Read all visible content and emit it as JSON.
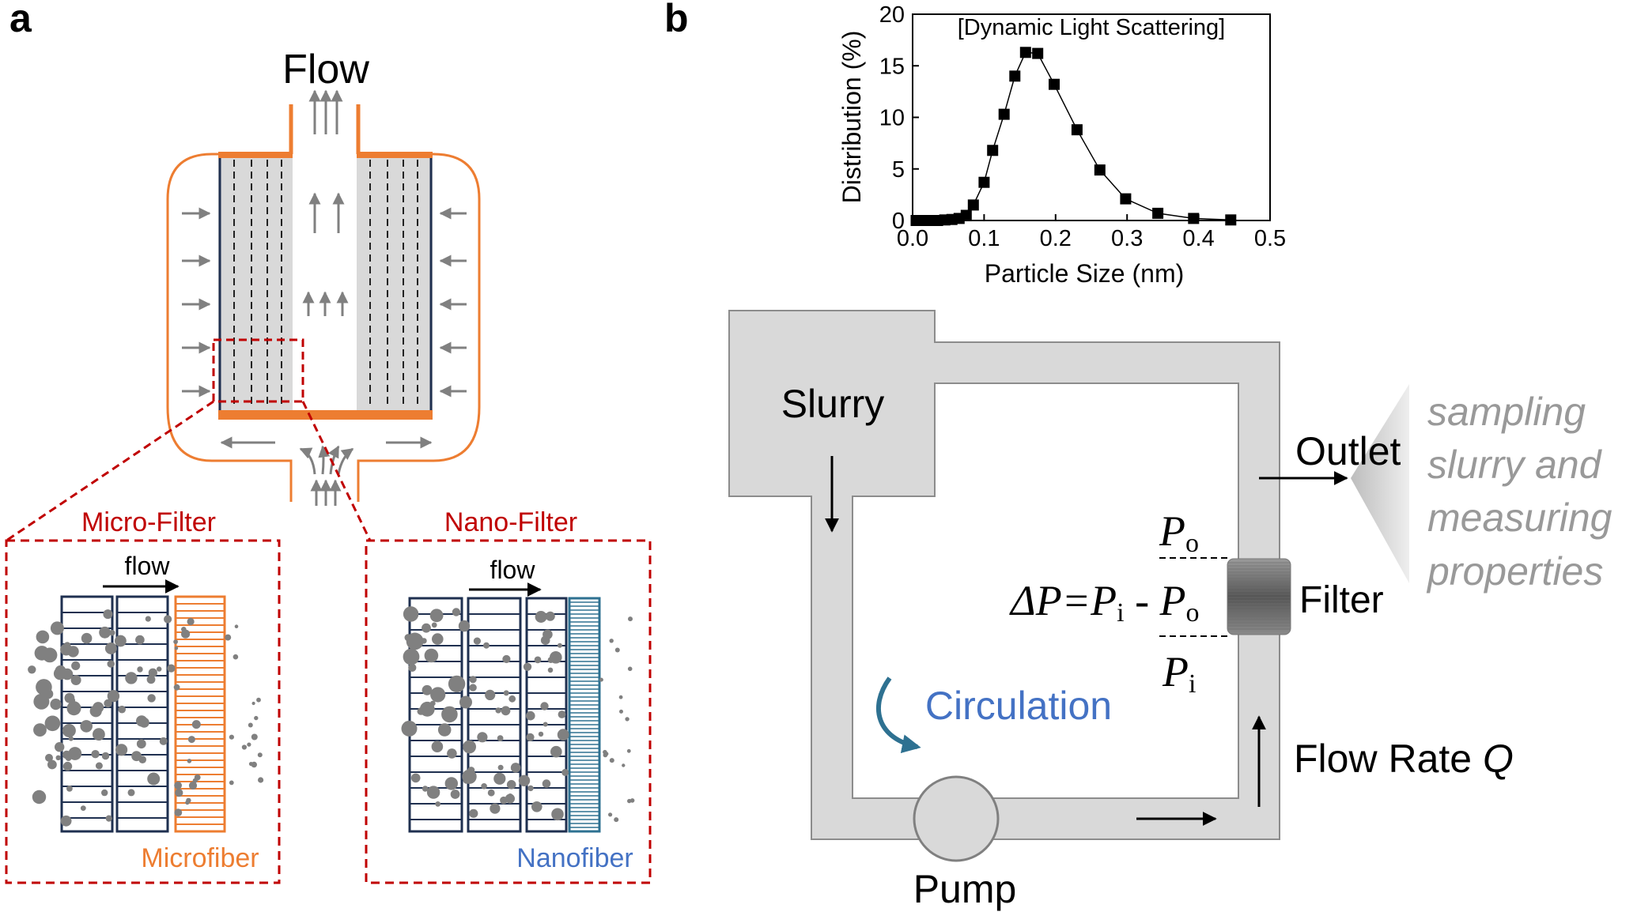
{
  "panel_a": {
    "label": "a",
    "flow_title": "Flow",
    "micro_filter_title": "Micro-Filter",
    "nano_filter_title": "Nano-Filter",
    "micro_flow_label": "flow",
    "nano_flow_label": "flow",
    "microfiber_label": "Microfiber",
    "nanofiber_label": "Nanofiber"
  },
  "panel_b": {
    "label": "b",
    "slurry_label": "Slurry",
    "outlet_label": "Outlet",
    "filter_label": "Filter",
    "circulation_label": "Circulation",
    "pump_label": "Pump",
    "flow_rate_label": "Flow Rate ",
    "flow_rate_symbol": "Q",
    "sampling_lines": [
      "sampling",
      "slurry and",
      "measuring",
      "properties"
    ],
    "po_main": "P",
    "po_sub": "o",
    "pi_main": "P",
    "pi_sub": "i",
    "delta_eq_1": "ΔP=P",
    "delta_eq_sub1": "i",
    "delta_eq_minus": " - ",
    "delta_eq_2": "P",
    "delta_eq_sub2": "o"
  },
  "colors": {
    "orange": "#ED7D31",
    "red_dashed": "#C00000",
    "navy": "#1F3050",
    "teal": "#2E7191",
    "blue_text": "#4472C4",
    "gray_fill": "#D9D9D9",
    "gray_text": "#999999",
    "particle": "#808080"
  },
  "chart_data": {
    "type": "line",
    "title": "[Dynamic Light Scattering]",
    "xlabel": "Particle Size (nm)",
    "ylabel": "Distribution (%)",
    "xlim": [
      0,
      0.5
    ],
    "ylim": [
      0,
      20
    ],
    "xticks": [
      "0.0",
      "0.1",
      "0.2",
      "0.3",
      "0.4",
      "0.5"
    ],
    "yticks": [
      "0",
      "5",
      "10",
      "15",
      "20"
    ],
    "grid": false,
    "marker": "square",
    "x": [
      0.005,
      0.015,
      0.025,
      0.035,
      0.045,
      0.055,
      0.065,
      0.075,
      0.085,
      0.1,
      0.112,
      0.128,
      0.143,
      0.158,
      0.175,
      0.198,
      0.23,
      0.262,
      0.298,
      0.343,
      0.393,
      0.445
    ],
    "y": [
      0.0,
      0.0,
      0.0,
      0.0,
      0.05,
      0.1,
      0.2,
      0.5,
      1.5,
      3.7,
      6.8,
      10.3,
      14.0,
      16.3,
      16.2,
      13.2,
      8.8,
      4.9,
      2.1,
      0.7,
      0.2,
      0.05
    ]
  }
}
